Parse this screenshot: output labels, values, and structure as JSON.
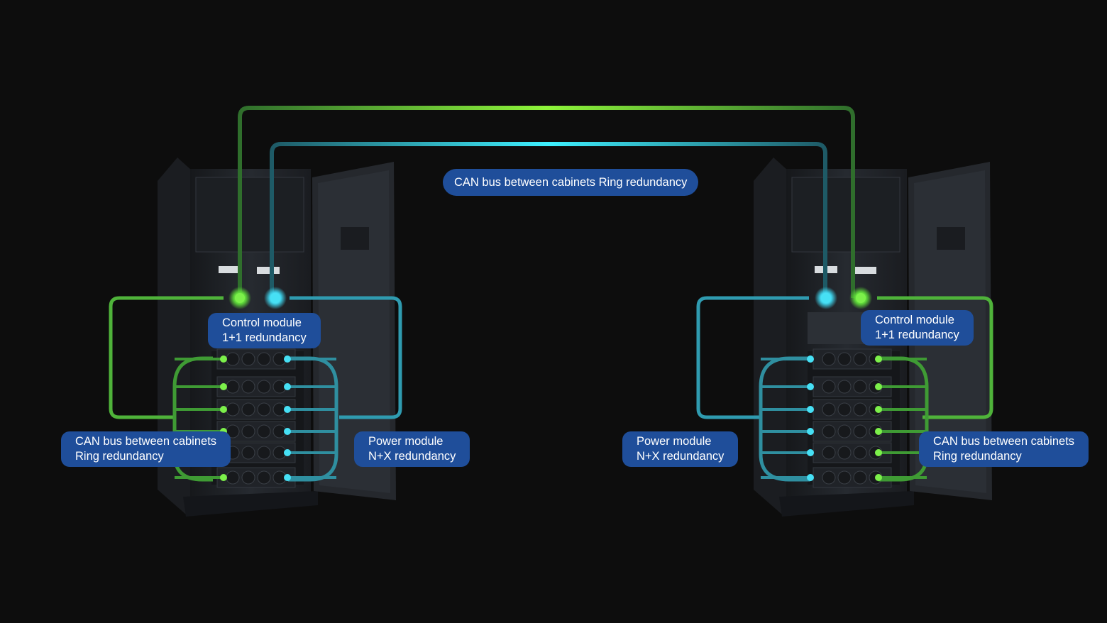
{
  "labels": {
    "top": {
      "text": "CAN bus between cabinets Ring redundancy"
    },
    "left_control": {
      "line1": "Control module",
      "line2": "1+1 redundancy"
    },
    "left_can": {
      "line1": "CAN bus between cabinets",
      "line2": "Ring redundancy"
    },
    "left_power": {
      "line1": "Power module",
      "line2": "N+X redundancy"
    },
    "right_control": {
      "line1": "Control module",
      "line2": "1+1 redundancy"
    },
    "right_power": {
      "line1": "Power module",
      "line2": "N+X redundancy"
    },
    "right_can": {
      "line1": "CAN bus between cabinets",
      "line2": "Ring redundancy"
    }
  },
  "colors": {
    "background": "#0d0d0d",
    "label_bg": "#1f4e9a",
    "green_bus": "#6fd83a",
    "cyan_bus": "#3fc8dc",
    "cabinet": "#23262b"
  }
}
